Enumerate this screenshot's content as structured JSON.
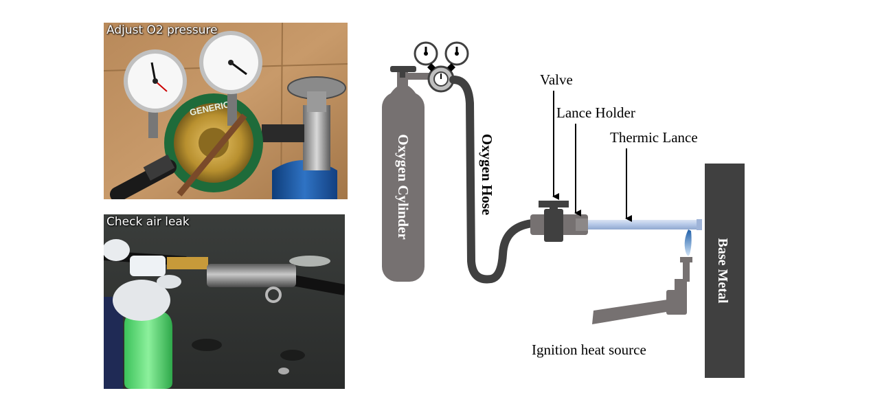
{
  "photos": {
    "top_caption": "Adjust O2 pressure",
    "bottom_caption": "Check air leak",
    "regulator_brand": "GENERICO"
  },
  "diagram": {
    "labels": {
      "valve": "Valve",
      "lance_holder": "Lance Holder",
      "thermic_lance": "Thermic Lance",
      "oxygen_cylinder": "Oxygen Cylinder",
      "oxygen_hose": "Oxygen Hose",
      "base_metal": "Base Metal",
      "ignition": "Ignition heat source"
    },
    "colors": {
      "cylinder": "#767171",
      "base_metal": "#404040",
      "hose": "#404040",
      "lance": "#b4c7e7",
      "flame": "#2e75b6"
    }
  }
}
